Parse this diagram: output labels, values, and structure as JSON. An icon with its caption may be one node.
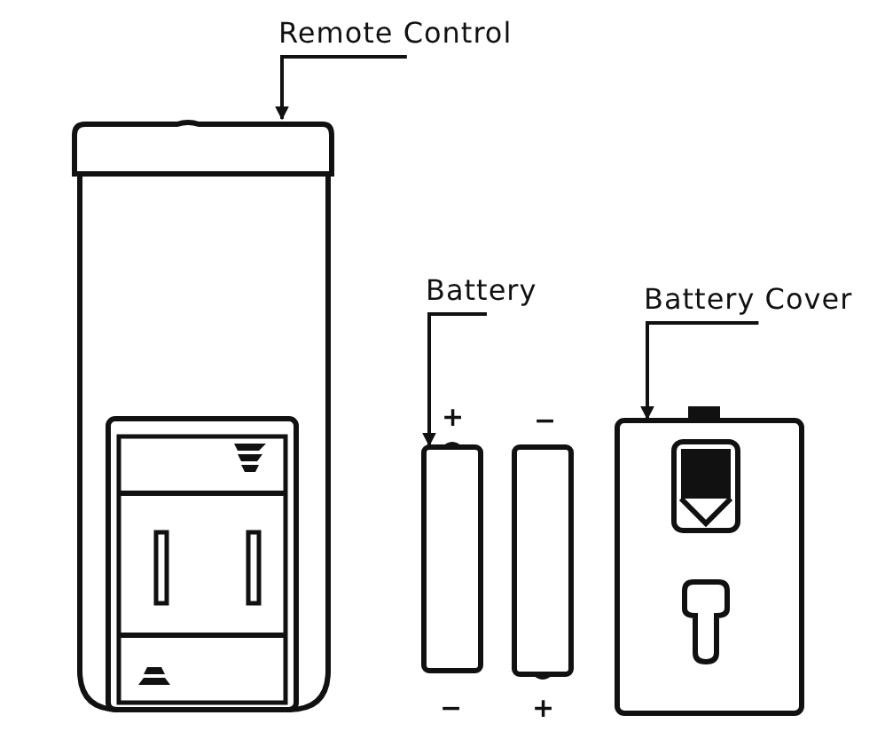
{
  "diagram": {
    "nodes": [
      {
        "text": [
          "Remote Control"
        ]
      },
      {
        "text": [],
        "shape": "picture"
      },
      {
        "text": [
          "Battery"
        ]
      },
      {
        "text": [],
        "shape": "bar"
      },
      {
        "text": [],
        "shape": "bar"
      },
      {
        "text": [
          "Battery Cover"
        ]
      },
      {
        "text": [],
        "shape": "picture"
      }
    ],
    "edges": [
      {
        "from": 0,
        "to": 1,
        "arrow": "to"
      },
      {
        "from": 2,
        "to": 3,
        "arrow": "to"
      },
      {
        "from": 5,
        "to": 6,
        "arrow": "to"
      }
    ],
    "labels": [
      "+",
      "−",
      "−",
      "+"
    ]
  }
}
